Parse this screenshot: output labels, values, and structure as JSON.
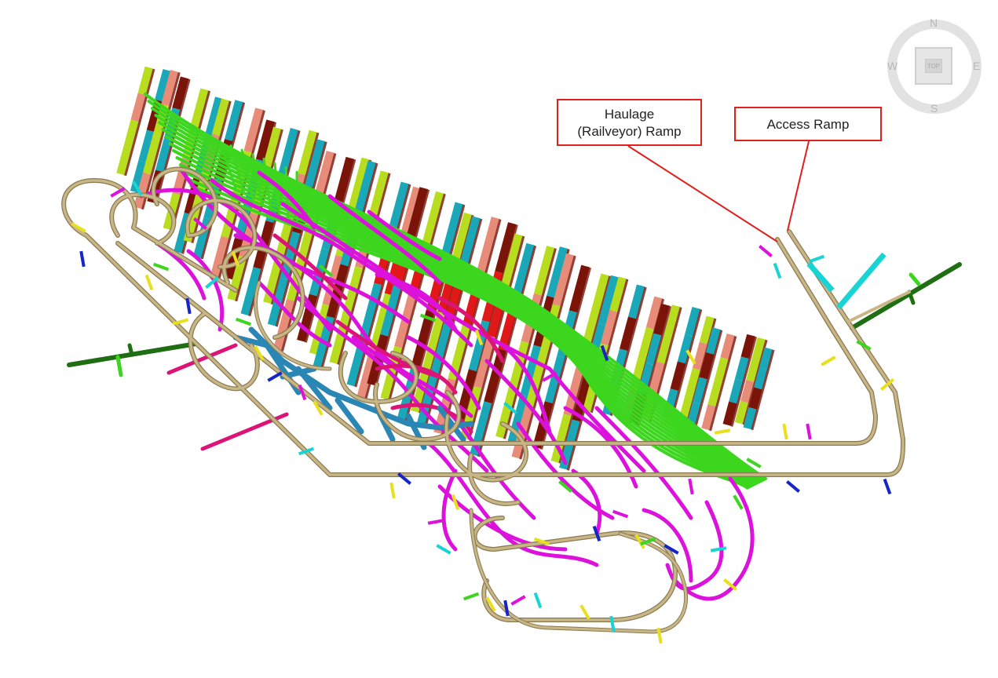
{
  "annotations": {
    "haulage_ramp": {
      "line1": "Haulage",
      "line2": "(Railveyor) Ramp"
    },
    "access_ramp": "Access Ramp"
  },
  "compass": {
    "north": "N",
    "south": "S",
    "east": "E",
    "west": "W",
    "view": "TOP"
  },
  "colors": {
    "ramp": "#c8b687",
    "ramp_edge": "#8a7a52",
    "stope_lime": "#b8dc1e",
    "stope_teal": "#1aa8b8",
    "stope_salmon": "#e88c7a",
    "stope_maroon": "#7a1408",
    "stope_red": "#e01818",
    "drive_green": "#3cd61e",
    "drive_magenta": "#dc12dc",
    "drive_crimson": "#dc1478",
    "drive_blue": "#2a86b4",
    "drive_darkgreen": "#1f6e14",
    "stub_yellow": "#e8e01e",
    "stub_navy": "#1426c8",
    "stub_cyan": "#18d4d4",
    "callout_border": "#e0201c"
  }
}
